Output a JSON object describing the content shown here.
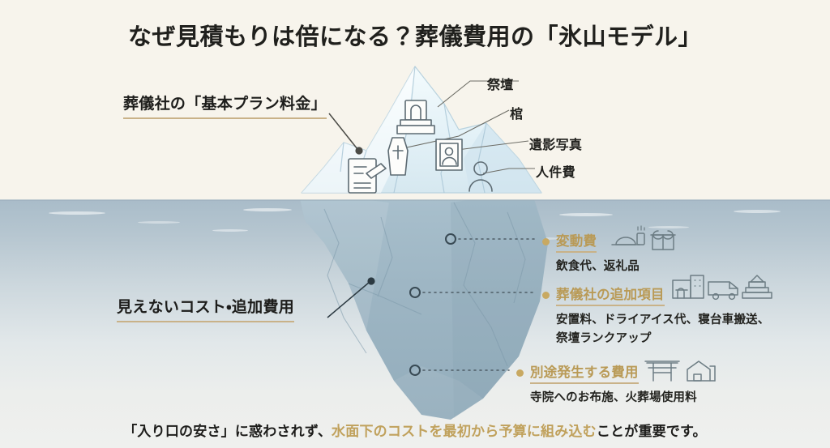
{
  "page": {
    "title": "なぜ見積もりは倍になる？葬儀費用の「氷山モデル」",
    "background_color": "#f7f4ec",
    "accent_gold": "#b99a56",
    "rule_gold": "#c9b288",
    "water_top_color": "#a9bcc9",
    "water_bottom_color": "#eff0ee",
    "ice_above_color": "#e8f3f7",
    "ice_below_color": "#9fb4c1"
  },
  "above_water": {
    "main_label": "葬儀社の「基本プラン料金」",
    "callouts": [
      {
        "label": "祭壇",
        "icon": "altar-icon"
      },
      {
        "label": "棺",
        "icon": "coffin-icon"
      },
      {
        "label": "遺影写真",
        "icon": "portrait-photo-icon"
      },
      {
        "label": "人件費",
        "icon": "person-icon"
      }
    ],
    "icons": [
      {
        "name": "contract-document-icon"
      },
      {
        "name": "altar-icon"
      },
      {
        "name": "coffin-icon"
      },
      {
        "name": "portrait-photo-icon"
      },
      {
        "name": "person-icon"
      }
    ]
  },
  "below_water": {
    "main_label": "見えないコスト・追加費用",
    "items": [
      {
        "title": "変動費",
        "body_lines": [
          "飲食代、返礼品"
        ],
        "icons": [
          "food-tray-icon",
          "gift-box-icon"
        ]
      },
      {
        "title": "葬儀社の追加項目",
        "body_lines": [
          "安置料、ドライアイス代、寝台車搬送、",
          "祭壇ランクアップ"
        ],
        "icons": [
          "building-icon",
          "hearse-van-icon",
          "altar-icon"
        ]
      },
      {
        "title": "別途発生する費用",
        "body_lines": [
          "寺院へのお布施、火葬場使用料"
        ],
        "icons": [
          "torii-gate-icon",
          "crematorium-icon"
        ]
      }
    ]
  },
  "footer": {
    "lead": "「入り口の安さ」に惑わされず、",
    "highlight": "水面下のコストを最初から予算に組み込む",
    "tail": "ことが重要です。"
  }
}
